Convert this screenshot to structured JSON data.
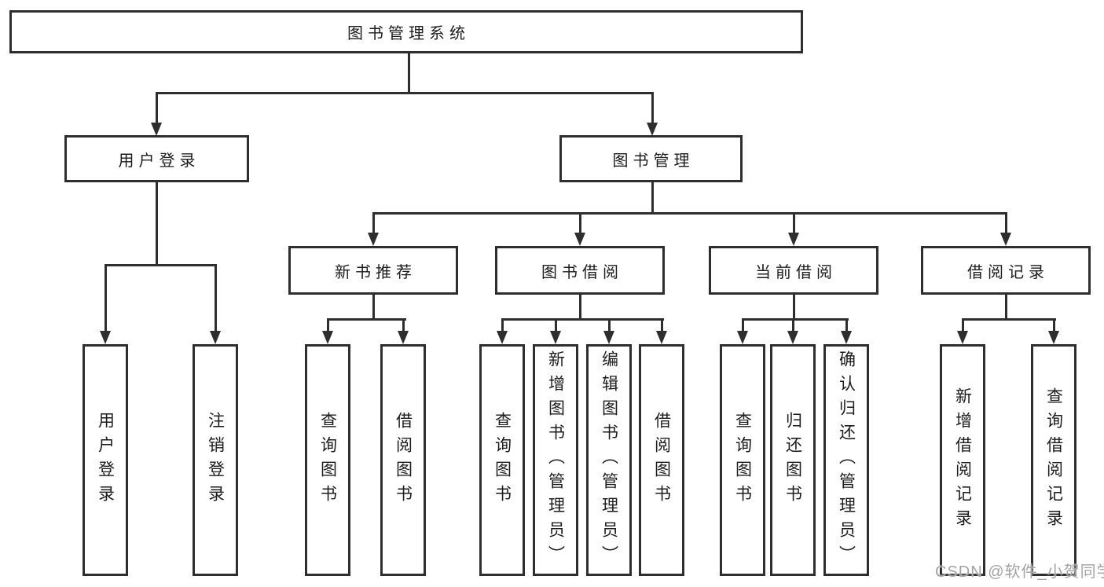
{
  "diagram_title": "图书管理系统",
  "tree": {
    "root": {
      "label": "图书管理系统"
    },
    "branches": [
      {
        "label": "用户登录",
        "children": [
          {
            "label": "用户登录"
          },
          {
            "label": "注销登录"
          }
        ]
      },
      {
        "label": "图书管理",
        "children": [
          {
            "label": "新书推荐",
            "children": [
              {
                "label": "查询图书"
              },
              {
                "label": "借阅图书"
              }
            ]
          },
          {
            "label": "图书借阅",
            "children": [
              {
                "label": "查询图书"
              },
              {
                "label": "新增图书（管理员）"
              },
              {
                "label": "编辑图书（管理员）"
              },
              {
                "label": "借阅图书"
              }
            ]
          },
          {
            "label": "当前借阅",
            "children": [
              {
                "label": "查询图书"
              },
              {
                "label": "归还图书"
              },
              {
                "label": "确认归还（管理员）"
              }
            ]
          },
          {
            "label": "借阅记录",
            "children": [
              {
                "label": "新增借阅记录"
              },
              {
                "label": "查询借阅记录"
              }
            ]
          }
        ]
      }
    ]
  },
  "watermark": "CSDN @软件_小贺同学",
  "colors": {
    "line": "#2e2e2e",
    "text": "#1c1c1c",
    "watermark": "#a3a3a3",
    "background": "#ffffff"
  }
}
